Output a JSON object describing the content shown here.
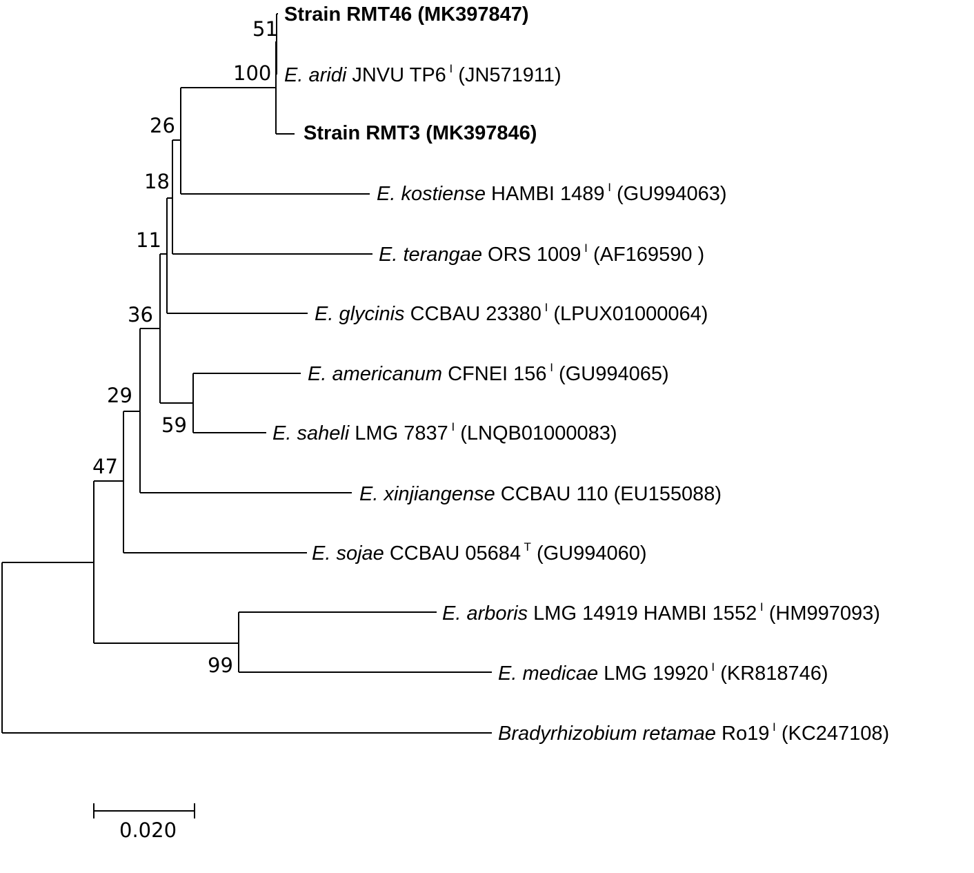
{
  "taxa": [
    {
      "id": "rmt46",
      "bold": true,
      "segments": [
        {
          "t": "Strain  RMT46  (MK397847)",
          "s": "bold"
        }
      ]
    },
    {
      "id": "aridi",
      "segments": [
        {
          "t": "E.",
          "s": "sp"
        },
        {
          "t": "  "
        },
        {
          "t": "aridi",
          "s": "sp"
        },
        {
          "t": "  JNVU  TP6"
        },
        {
          "t": " I",
          "s": "sup"
        },
        {
          "t": "  (JN571911)"
        }
      ]
    },
    {
      "id": "rmt3",
      "bold": true,
      "segments": [
        {
          "t": "Strain  RMT3  (MK397846)",
          "s": "bold"
        }
      ]
    },
    {
      "id": "kostiense",
      "segments": [
        {
          "t": "E.",
          "s": "sp"
        },
        {
          "t": "  "
        },
        {
          "t": "kostiense",
          "s": "sp"
        },
        {
          "t": "    HAMBI  1489"
        },
        {
          "t": " I",
          "s": "sup"
        },
        {
          "t": "  (GU994063)"
        }
      ]
    },
    {
      "id": "terangae",
      "segments": [
        {
          "t": "E.",
          "s": "sp"
        },
        {
          "t": "  "
        },
        {
          "t": "terangae",
          "s": "sp"
        },
        {
          "t": "  ORS  1009"
        },
        {
          "t": " I",
          "s": "sup"
        },
        {
          "t": "  (AF169590 )"
        }
      ]
    },
    {
      "id": "glycinis",
      "segments": [
        {
          "t": "E.",
          "s": "sp"
        },
        {
          "t": "  "
        },
        {
          "t": "glycinis",
          "s": "sp"
        },
        {
          "t": "  CCBAU 23380"
        },
        {
          "t": " I",
          "s": "sup"
        },
        {
          "t": "   (LPUX01000064)"
        }
      ]
    },
    {
      "id": "americanum",
      "segments": [
        {
          "t": "E.",
          "s": "sp"
        },
        {
          "t": "  "
        },
        {
          "t": "americanum",
          "s": "sp"
        },
        {
          "t": "    CFNEI 156"
        },
        {
          "t": " I",
          "s": "sup"
        },
        {
          "t": "   (GU994065)"
        }
      ]
    },
    {
      "id": "saheli",
      "segments": [
        {
          "t": "E.",
          "s": "sp"
        },
        {
          "t": "  "
        },
        {
          "t": "saheli",
          "s": "sp"
        },
        {
          "t": "  LMG  7837"
        },
        {
          "t": " I",
          "s": "sup"
        },
        {
          "t": "  (LNQB01000083)"
        }
      ]
    },
    {
      "id": "xinjiangense",
      "segments": [
        {
          "t": "E.",
          "s": "sp"
        },
        {
          "t": "  "
        },
        {
          "t": "xinjiangense",
          "s": "sp"
        },
        {
          "t": "    CCBAU 110  (EU155088)"
        }
      ]
    },
    {
      "id": "sojae",
      "segments": [
        {
          "t": "E.",
          "s": "sp"
        },
        {
          "t": "  "
        },
        {
          "t": "sojae",
          "s": "sp"
        },
        {
          "t": "  CCBAU  05684"
        },
        {
          "t": " T",
          "s": "sup"
        },
        {
          "t": "  (GU994060)"
        }
      ]
    },
    {
      "id": "arboris",
      "segments": [
        {
          "t": "E.",
          "s": "sp"
        },
        {
          "t": "  "
        },
        {
          "t": "arboris",
          "s": "sp"
        },
        {
          "t": "  LMG 14919    HAMBI  1552"
        },
        {
          "t": " I",
          "s": "sup"
        },
        {
          "t": "  (HM997093)"
        }
      ]
    },
    {
      "id": "medicae",
      "segments": [
        {
          "t": "E.",
          "s": "sp"
        },
        {
          "t": "  "
        },
        {
          "t": "medicae",
          "s": "sp"
        },
        {
          "t": "  LMG 19920"
        },
        {
          "t": " I",
          "s": "sup"
        },
        {
          "t": "   (KR818746)"
        }
      ]
    },
    {
      "id": "bradyrhizobium",
      "segments": [
        {
          "t": "Bradyrhizobium",
          "s": "sp"
        },
        {
          "t": "   "
        },
        {
          "t": "retamae",
          "s": "sp"
        },
        {
          "t": "  Ro19"
        },
        {
          "t": " I",
          "s": "sup"
        },
        {
          "t": "  (KC247108)"
        }
      ]
    }
  ],
  "bootstrap": {
    "n51": "51",
    "n100": "100",
    "n26": "26",
    "n18": "18",
    "n11": "11",
    "n36": "36",
    "n59": "59",
    "n29": "29",
    "n47": "47",
    "n99": "99"
  },
  "scale_bar": {
    "value": 0.02,
    "label": "0.020"
  }
}
